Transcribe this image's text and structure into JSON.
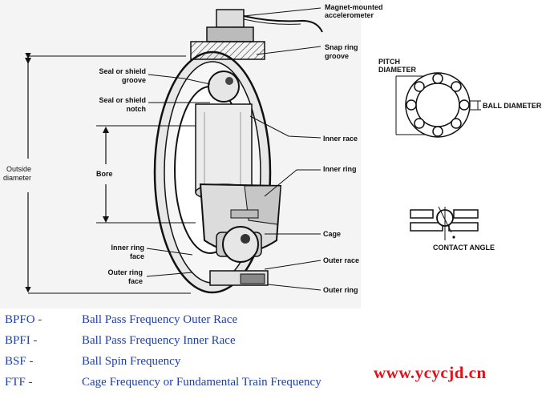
{
  "labels": {
    "accelerometer": [
      "Magnet-mounted",
      "accelerometer"
    ],
    "snap_ring": [
      "Snap ring",
      "groove"
    ],
    "seal_groove": [
      "Seal or shield",
      "groove"
    ],
    "seal_notch": [
      "Seal or shield",
      "notch"
    ],
    "outside_diameter": [
      "Outside",
      "diameter"
    ],
    "bore": "Bore",
    "inner_race": "Inner race",
    "inner_ring": "Inner ring",
    "cage": "Cage",
    "inner_ring_face": [
      "Inner ring",
      "face"
    ],
    "outer_ring_face": [
      "Outer ring",
      "face"
    ],
    "outer_race": "Outer race",
    "outer_ring": "Outer ring",
    "pitch_diameter": [
      "PITCH",
      "DIAMETER"
    ],
    "ball_diameter": "BALL DIAMETER",
    "contact_angle": "CONTACT ANGLE"
  },
  "legend": [
    {
      "abbr": "BPFO -",
      "text": "Ball Pass Frequency Outer Race"
    },
    {
      "abbr": "BPFI -",
      "text": "Ball Pass Frequency Inner Race"
    },
    {
      "abbr": "BSF -",
      "text": "Ball Spin Frequency"
    },
    {
      "abbr": "FTF -",
      "text": "Cage Frequency or Fundamental Train Frequency"
    }
  ],
  "watermark": "www.ycycjd.cn",
  "colors": {
    "legend_text": "#1f3fa6",
    "watermark": "#e0121a"
  }
}
